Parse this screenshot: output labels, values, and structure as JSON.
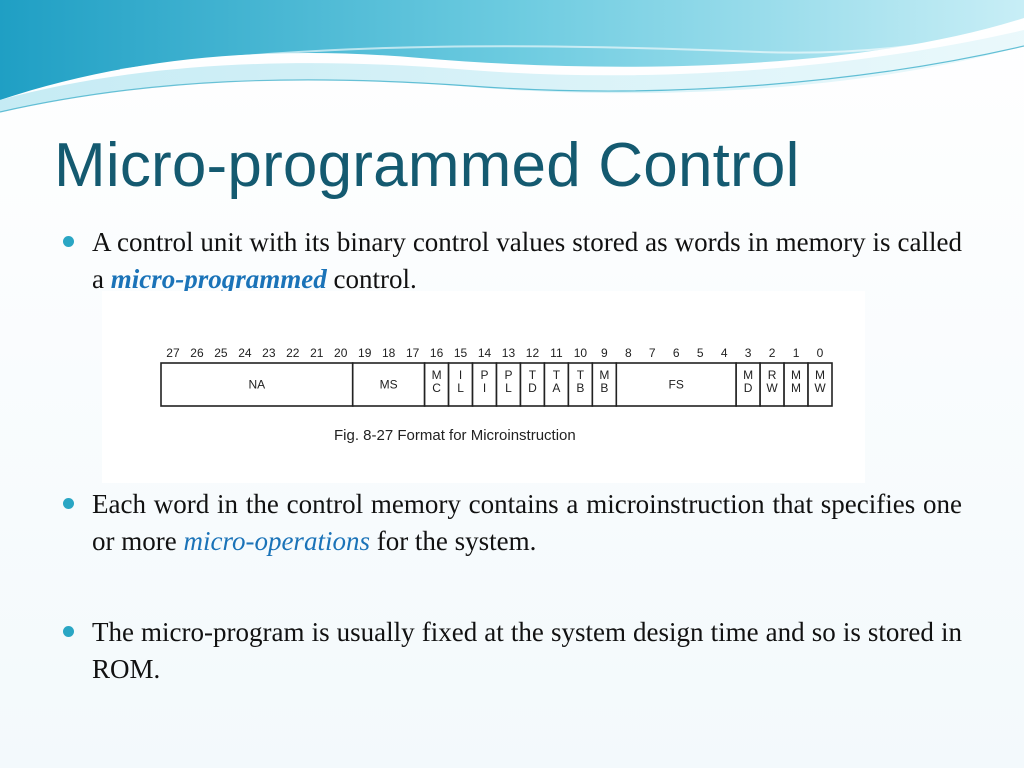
{
  "slide": {
    "title": "Micro-programmed Control",
    "bullets": [
      {
        "before": "A control unit with its binary control values stored as words in memory is called a ",
        "emphasis": "micro-programmed",
        "after": " control."
      },
      {
        "before": "Each word in the control memory contains a microinstruction that specifies one or more ",
        "emphasis": "micro-operations",
        "after": " for the system."
      },
      {
        "text": "The micro-program is usually fixed at the system design time and so is stored in ROM."
      }
    ]
  },
  "figure": {
    "caption": "Fig. 8-27  Format for Microinstruction",
    "bit_numbers": [
      "27",
      "26",
      "25",
      "24",
      "23",
      "22",
      "21",
      "20",
      "19",
      "18",
      "17",
      "16",
      "15",
      "14",
      "13",
      "12",
      "11",
      "10",
      "9",
      "8",
      "7",
      "6",
      "5",
      "4",
      "3",
      "2",
      "1",
      "0"
    ],
    "fields": [
      {
        "label": "NA",
        "msb": 27,
        "lsb": 20
      },
      {
        "label": "MS",
        "msb": 19,
        "lsb": 17
      },
      {
        "label": "M\nC",
        "msb": 16,
        "lsb": 16
      },
      {
        "label": "I\nL",
        "msb": 15,
        "lsb": 15
      },
      {
        "label": "P\nI",
        "msb": 14,
        "lsb": 14
      },
      {
        "label": "P\nL",
        "msb": 13,
        "lsb": 13
      },
      {
        "label": "T\nD",
        "msb": 12,
        "lsb": 12
      },
      {
        "label": "T\nA",
        "msb": 11,
        "lsb": 11
      },
      {
        "label": "T\nB",
        "msb": 10,
        "lsb": 10
      },
      {
        "label": "M\nB",
        "msb": 9,
        "lsb": 9
      },
      {
        "label": "FS",
        "msb": 8,
        "lsb": 4
      },
      {
        "label": "M\nD",
        "msb": 3,
        "lsb": 3
      },
      {
        "label": "R\nW",
        "msb": 2,
        "lsb": 2
      },
      {
        "label": "M\nM",
        "msb": 1,
        "lsb": 1
      },
      {
        "label": "M\nW",
        "msb": 0,
        "lsb": 0
      }
    ]
  },
  "colors": {
    "title": "#145a70",
    "accent": "#1a73b8",
    "bullet_dot": "#2aa6c4"
  }
}
